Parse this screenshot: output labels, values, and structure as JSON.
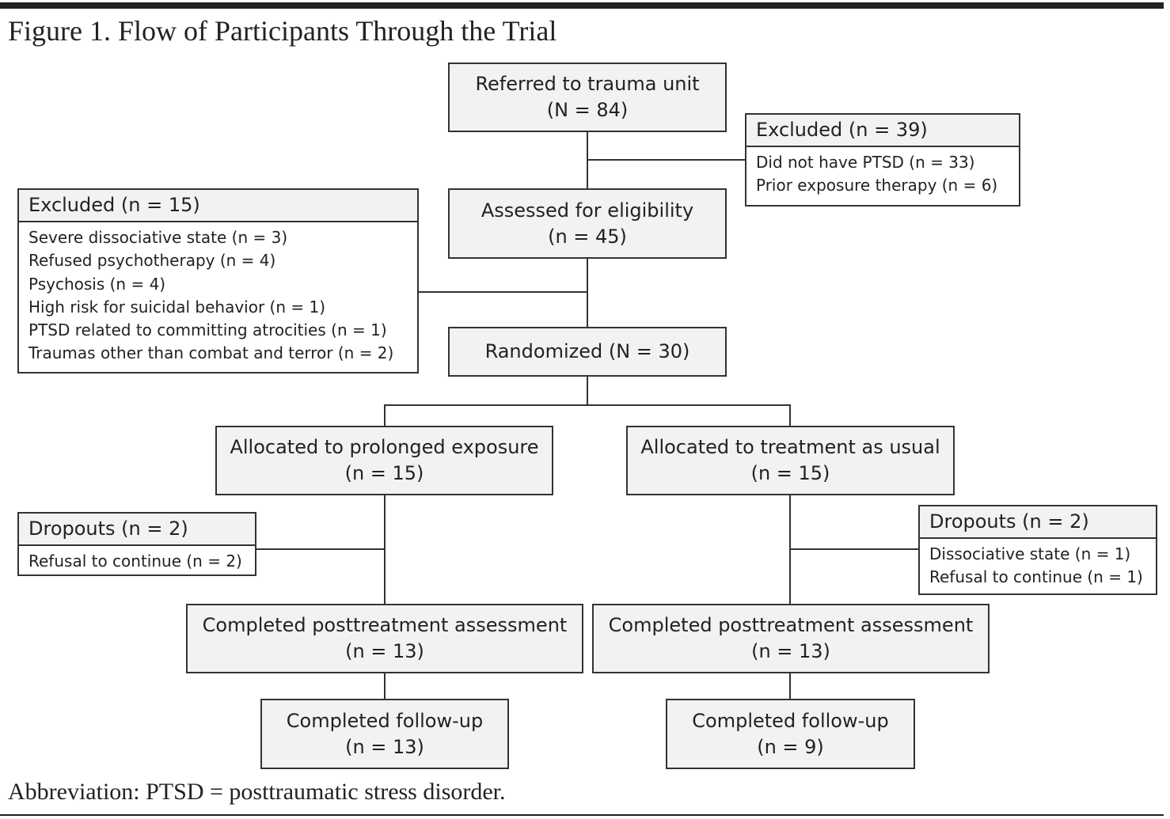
{
  "header": {
    "title": "Figure 1. Flow of Participants Through the Trial"
  },
  "flow": {
    "referred": {
      "line1": "Referred to trauma unit",
      "line2": "(N = 84)"
    },
    "assessed": {
      "line1": "Assessed for eligibility",
      "line2": "(n = 45)"
    },
    "randomized": {
      "line1": "Randomized (N = 30)"
    },
    "pe": {
      "allocated": {
        "line1": "Allocated to prolonged exposure",
        "line2": "(n = 15)"
      },
      "post": {
        "line1": "Completed posttreatment assessment",
        "line2": "(n = 13)"
      },
      "followup": {
        "line1": "Completed follow-up",
        "line2": "(n = 13)"
      }
    },
    "tau": {
      "allocated": {
        "line1": "Allocated to treatment as usual",
        "line2": "(n = 15)"
      },
      "post": {
        "line1": "Completed posttreatment assessment",
        "line2": "(n = 13)"
      },
      "followup": {
        "line1": "Completed follow-up",
        "line2": "(n = 9)"
      }
    }
  },
  "exclusions": {
    "excluded1": {
      "header": "Excluded (n = 39)",
      "items": [
        "Did not have PTSD (n = 33)",
        "Prior exposure therapy (n = 6)"
      ]
    },
    "excluded2": {
      "header": "Excluded (n = 15)",
      "items": [
        "Severe dissociative state (n = 3)",
        "Refused psychotherapy (n = 4)",
        "Psychosis (n = 4)",
        "High risk for suicidal behavior (n = 1)",
        "PTSD related to committing atrocities (n = 1)",
        "Traumas other than combat and terror (n = 2)"
      ]
    },
    "dropouts_pe": {
      "header": "Dropouts (n = 2)",
      "items": [
        "Refusal to continue (n = 2)"
      ]
    },
    "dropouts_tau": {
      "header": "Dropouts (n = 2)",
      "items": [
        "Dissociative state (n = 1)",
        "Refusal to continue (n = 1)"
      ]
    }
  },
  "footer": {
    "note": "Abbreviation: PTSD = posttraumatic stress disorder."
  }
}
